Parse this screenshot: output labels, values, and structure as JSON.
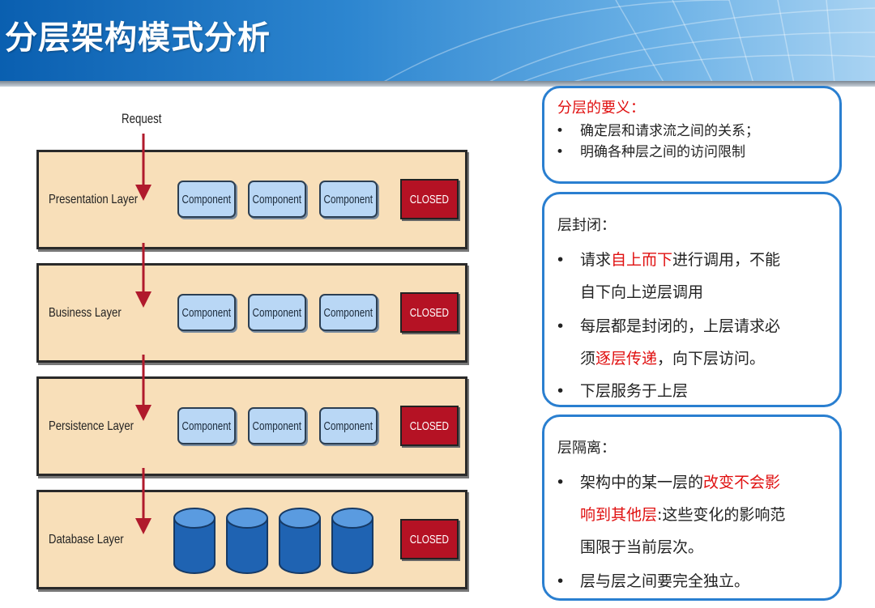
{
  "slide_title": "分层架构模式分析",
  "diagram": {
    "request_label": "Request",
    "layers": [
      {
        "label": "Presentation Layer",
        "kind": "component",
        "items": [
          "Component",
          "Component",
          "Component"
        ],
        "closed_label": "CLOSED"
      },
      {
        "label": "Business Layer",
        "kind": "component",
        "items": [
          "Component",
          "Component",
          "Component"
        ],
        "closed_label": "CLOSED"
      },
      {
        "label": "Persistence Layer",
        "kind": "component",
        "items": [
          "Component",
          "Component",
          "Component"
        ],
        "closed_label": "CLOSED"
      },
      {
        "label": "Database Layer",
        "kind": "database",
        "database_count": 4,
        "closed_label": "CLOSED"
      }
    ]
  },
  "panels": {
    "requirements": {
      "title": "分层的要义：",
      "bullets": [
        "确定层和请求流之间的关系；",
        "明确各种层之间的访问限制"
      ]
    },
    "closure": {
      "title": "层封闭：",
      "b1_pre": "请求",
      "b1_red": "自上而下",
      "b1_post": "进行调用，不能",
      "b1_line2": "自下向上逆层调用",
      "b2_line1": "每层都是封闭的，上层请求必",
      "b2_pre": "须",
      "b2_red": "逐层传递",
      "b2_post": "，向下层访问。",
      "b3": "下层服务于上层"
    },
    "isolation": {
      "title": "层隔离：",
      "b1_pre": "架构中的某一层的",
      "b1_red": "改变不会影",
      "b1_red2": "响到其他层",
      "b1_post": ":这些变化的影响范",
      "b1_line3": "围限于当前层次。",
      "b2": "层与层之间要完全独立。"
    },
    "bullet_symbol": "•",
    "accent_color": "#e01010",
    "border_color": "#2a7fd0"
  }
}
